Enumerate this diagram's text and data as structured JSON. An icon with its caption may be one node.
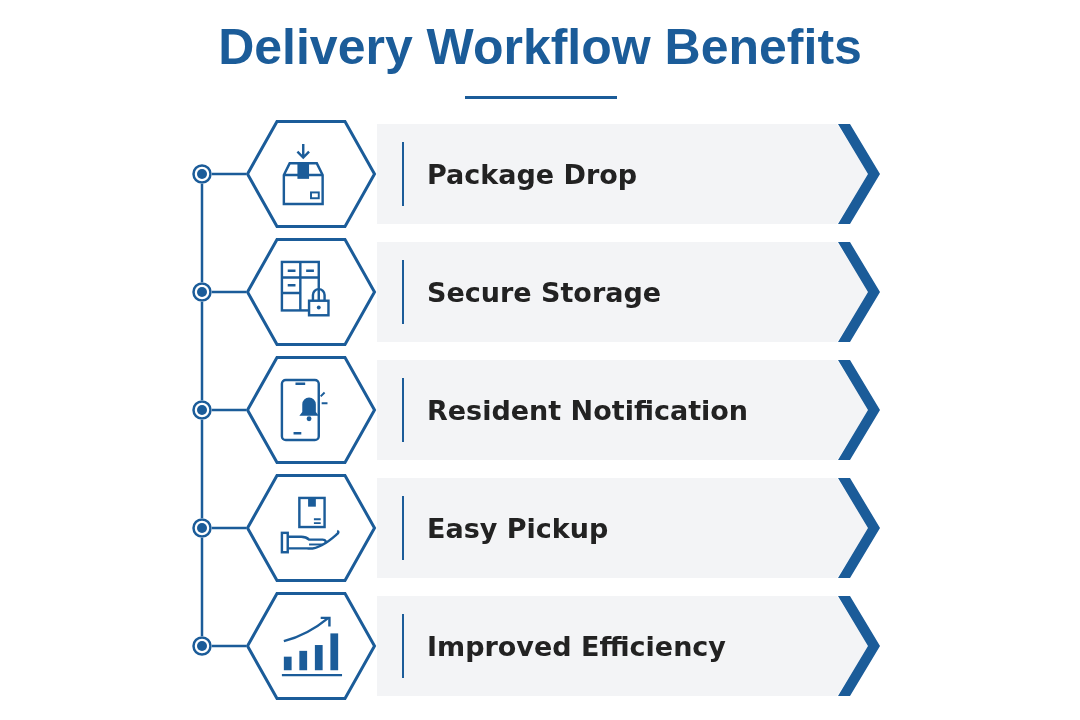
{
  "diagram": {
    "title": "Delivery Workflow Benefits",
    "nodes": [
      {
        "text": [
          "Package Drop"
        ]
      },
      {
        "text": [
          "Secure Storage"
        ]
      },
      {
        "text": [
          "Resident Notification"
        ]
      },
      {
        "text": [
          "Easy Pickup"
        ]
      },
      {
        "text": [
          "Improved Efficiency"
        ]
      },
      {
        "text": [],
        "shape": "hexagon"
      },
      {
        "text": [],
        "shape": "hexagon"
      },
      {
        "text": [],
        "shape": "hexagon"
      },
      {
        "text": [],
        "shape": "hexagon"
      },
      {
        "text": [],
        "shape": "hexagon"
      },
      {
        "text": [],
        "shape": "circle"
      },
      {
        "text": [],
        "shape": "circle"
      },
      {
        "text": [],
        "shape": "circle"
      },
      {
        "text": [],
        "shape": "circle"
      },
      {
        "text": [],
        "shape": "circle"
      }
    ],
    "edges": [
      {
        "from": 10,
        "to": 5,
        "arrow": "none"
      },
      {
        "from": 11,
        "to": 6,
        "arrow": "none"
      },
      {
        "from": 12,
        "to": 7,
        "arrow": "none"
      },
      {
        "from": 13,
        "to": 8,
        "arrow": "none"
      },
      {
        "from": 14,
        "to": 9,
        "arrow": "none"
      },
      {
        "from": 10,
        "to": 11,
        "arrow": "none"
      },
      {
        "from": 11,
        "to": 12,
        "arrow": "none"
      },
      {
        "from": 12,
        "to": 13,
        "arrow": "none"
      },
      {
        "from": 13,
        "to": 14,
        "arrow": "none"
      }
    ]
  }
}
